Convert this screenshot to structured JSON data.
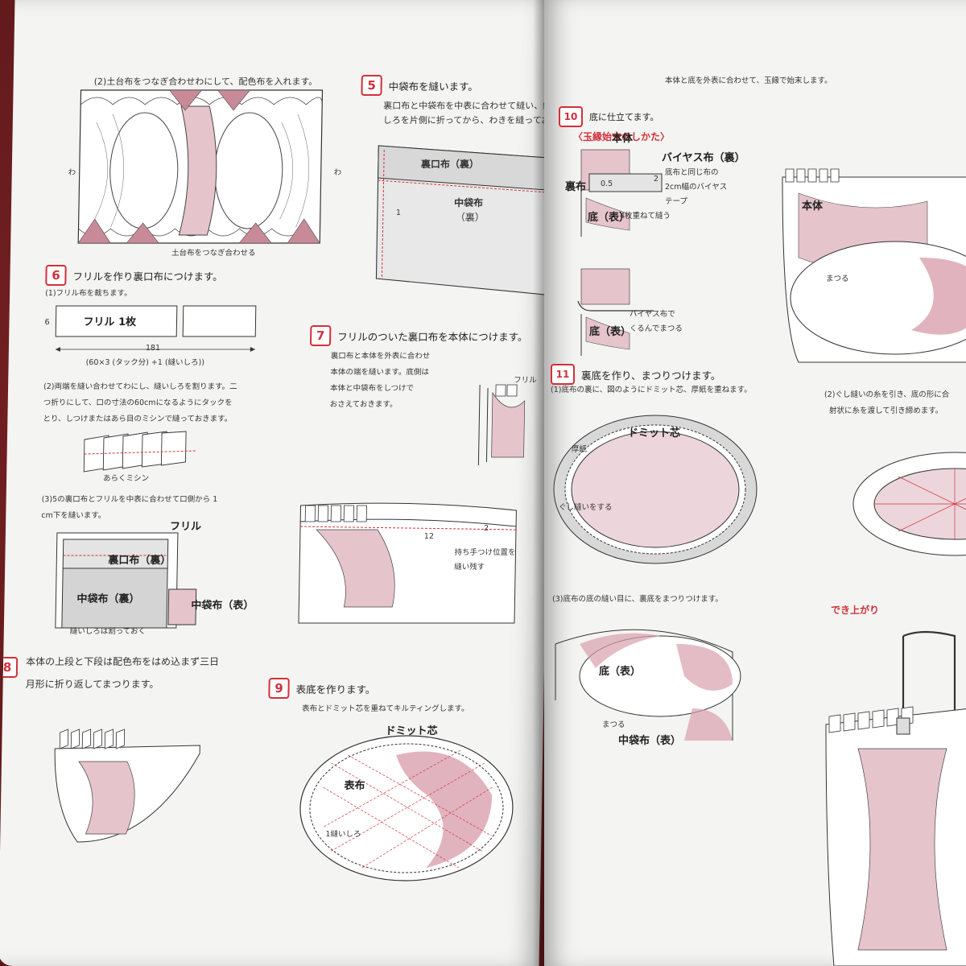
{
  "left_page": {
    "step4b": {
      "text": "(2)土台布をつなぎ合わせわにして、配色布を入れます。",
      "label_wa": "わ",
      "label_bottom": "土台布をつなぎ合わせる"
    },
    "step5": {
      "num": "5",
      "title": "中袋布を縫います。",
      "body": [
        "裏口布と中袋布を中表に合わせて縫い、縫い",
        "しろを片側に折ってから、わきを縫っておき"
      ],
      "label_urakuchi": "裏口布（裏）",
      "label_nakabukuro": "中袋布",
      "label_nakabukuro_sub": "（裏）",
      "dim": "1"
    },
    "step6": {
      "num": "6",
      "title": "フリルを作り裏口布につけます。",
      "sub1": "(1)フリル布を裁ちます。",
      "frill_label": "フリル 1枚",
      "dim_h": "6",
      "dim_w": "181",
      "formula": "(60×3 (タック分) +1 (縫いしろ))",
      "sub2": [
        "(2)両端を縫い合わせてわにし、縫いしろを割ります。二",
        "つ折りにして、口の寸法の60cmになるようにタックを",
        "とり、しつけまたはあら目のミシンで縫っておきます。"
      ],
      "arai": "あらくミシン",
      "sub3": [
        "(3)5の裏口布とフリルを中表に合わせて口側から 1",
        "cm下を縫います。"
      ],
      "label_frill": "フリル",
      "label_urakuchi": "裏口布（裏）",
      "label_nakabukuro_ura": "中袋布（裏）",
      "label_nakabukuro_omote": "中袋布（表）",
      "label_nuishiro": "縫いしろは割っておく"
    },
    "step7": {
      "num": "7",
      "title": "フリルのついた裏口布を本体につけます。",
      "body": [
        "裏口布と本体を外表に合わせ",
        "本体の端を縫います。底側は",
        "本体と中袋布をしつけで",
        "おさえておきます。"
      ],
      "label_frill": "フリル",
      "label_mochite": [
        "持ち手つけ位置を",
        "縫い残す"
      ],
      "dim12": "12",
      "dim2": "2"
    },
    "step8": {
      "num": "8",
      "body": [
        "本体の上段と下段は配色布をはめ込まず三日",
        "月形に折り返してまつります。"
      ]
    },
    "step9": {
      "num": "9",
      "title": "表底を作ります。",
      "body": "表布とドミット芯を重ねてキルティングします。",
      "label_domit": "ドミット芯",
      "label_omote": "表布",
      "label_nuishiro": "1縫いしろ"
    }
  },
  "right_page": {
    "top_text": "本体と底を外表に合わせて、玉縁で始末します。",
    "step10": {
      "num": "10",
      "title": "底に仕立てます。",
      "sub": "〈玉縁始末のしかた〉",
      "label_hontai": "本体",
      "label_bias": "バイヤス布（裏）",
      "bias_note": [
        "底布と同じ布の",
        "2cm幅のバイヤス",
        "テープ"
      ],
      "label_ura": "裏布",
      "label_soko": "底（表）",
      "fold": "4枚重ねて縫う",
      "dim05": "0.5",
      "dim2": "2",
      "bias_wrap": [
        "バイヤス布で",
        "くるんでまつる"
      ],
      "label_soko2": "底（表）",
      "label_hontai2": "本体",
      "label_matsuru": "まつる"
    },
    "step11": {
      "num": "11",
      "title": "裏底を作り、まつりつけます。",
      "sub1": "(1)底布の裏に、図のようにドミット芯、厚紙を重ねます。",
      "label_domit": "ドミット芯",
      "label_atsugami": "厚紙",
      "label_gushi": "ぐし縫いをする",
      "sub2": [
        "(2)ぐし縫いの糸を引き、底の形に合",
        "射状に糸を渡して引き締めます。"
      ],
      "sub3": "(3)底布の底の縫い目に、裏底をまつりつけます。",
      "label_soko": "底（表）",
      "label_matsuru": "まつる",
      "label_nakabukuro": "中袋布（表）"
    },
    "finished": "でき上がり"
  },
  "colors": {
    "accent": "#d2303a",
    "pink": "#c98a98",
    "page": "#f4f4f2",
    "fabric": "#5a1718"
  }
}
